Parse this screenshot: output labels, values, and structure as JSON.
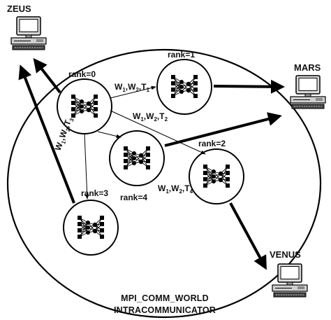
{
  "hosts": [
    {
      "id": "zeus",
      "label": "ZEUS"
    },
    {
      "id": "mars",
      "label": "MARS"
    },
    {
      "id": "venus",
      "label": "VENUS"
    }
  ],
  "ranks": [
    {
      "id": "r0",
      "label": "rank=0"
    },
    {
      "id": "r1",
      "label": "rank=1"
    },
    {
      "id": "r2",
      "label": "rank=2"
    },
    {
      "id": "r3",
      "label": "rank=3"
    },
    {
      "id": "r4",
      "label": "rank=4"
    }
  ],
  "edges": [
    {
      "id": "e1",
      "label": [
        "W",
        "1",
        ",W",
        "2",
        ",T",
        "1"
      ]
    },
    {
      "id": "e2",
      "label": [
        "W",
        "1",
        ",W",
        "2",
        ",T",
        "2"
      ]
    },
    {
      "id": "e3",
      "label": [
        "W",
        "1",
        ",W",
        "2",
        ",T",
        "3"
      ]
    },
    {
      "id": "e4",
      "label": [
        "W",
        "1",
        ",W",
        "2",
        ",T",
        "4"
      ]
    }
  ],
  "caption": {
    "line1": "MPI_COMM_WORLD",
    "line2": "INTRACOMMUNICATOR"
  }
}
